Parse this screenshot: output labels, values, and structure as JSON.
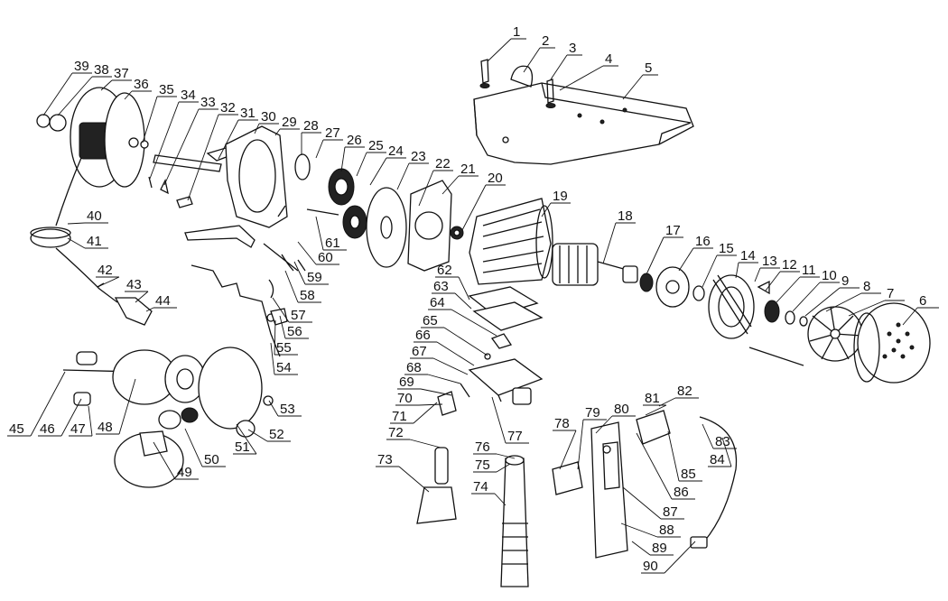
{
  "diagram": {
    "labels": [
      "1",
      "2",
      "3",
      "4",
      "5",
      "6",
      "7",
      "8",
      "9",
      "10",
      "11",
      "12",
      "13",
      "14",
      "15",
      "16",
      "17",
      "18",
      "19",
      "20",
      "21",
      "22",
      "23",
      "24",
      "25",
      "26",
      "27",
      "28",
      "29",
      "30",
      "31",
      "32",
      "33",
      "34",
      "35",
      "36",
      "37",
      "38",
      "39",
      "40",
      "41",
      "42",
      "43",
      "44",
      "45",
      "46",
      "47",
      "48",
      "49",
      "50",
      "51",
      "52",
      "53",
      "54",
      "55",
      "56",
      "57",
      "58",
      "59",
      "60",
      "61",
      "62",
      "63",
      "64",
      "65",
      "66",
      "67",
      "68",
      "69",
      "70",
      "71",
      "72",
      "73",
      "74",
      "75",
      "76",
      "77",
      "78",
      "79",
      "80",
      "81",
      "82",
      "83",
      "84",
      "85",
      "86",
      "87",
      "88",
      "89",
      "90"
    ]
  },
  "colors": {
    "line": "#111111",
    "background": "#ffffff"
  }
}
